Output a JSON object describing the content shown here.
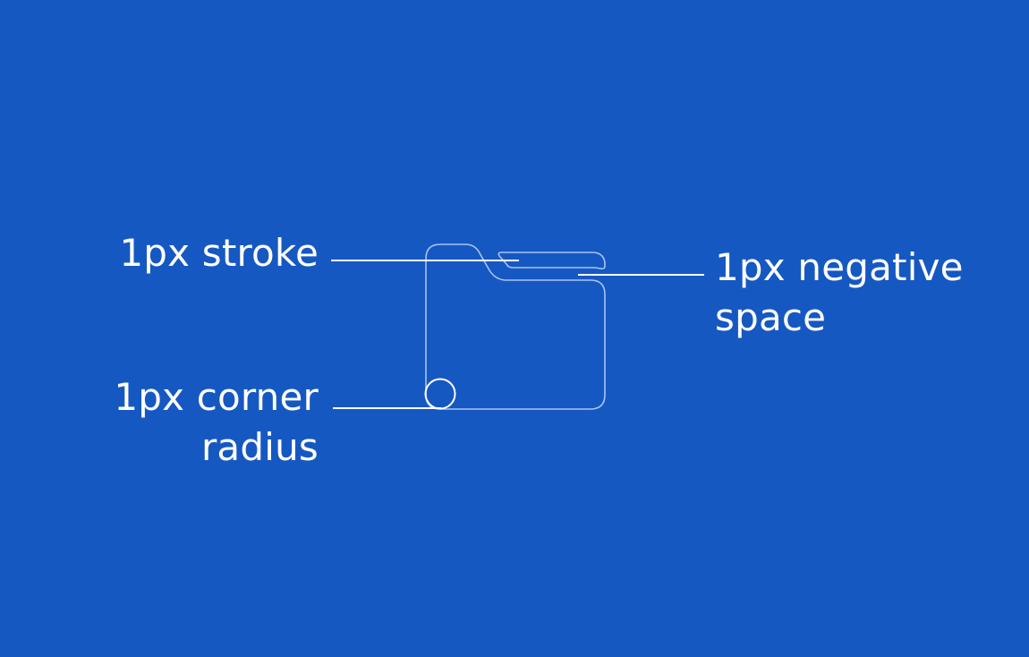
{
  "diagram": {
    "background_color": "#1658C2",
    "icon": {
      "name": "folder-icon",
      "stroke_color": "#A9C4F0",
      "stroke_width": "1.5"
    },
    "annotation_color": "#FFFFFF",
    "annotations": [
      {
        "id": "stroke",
        "lines": [
          "1px stroke"
        ],
        "align": "right"
      },
      {
        "id": "corner",
        "lines": [
          "1px corner",
          "radius"
        ],
        "align": "right"
      },
      {
        "id": "negative",
        "lines": [
          "1px negative",
          "space"
        ],
        "align": "left"
      }
    ]
  }
}
